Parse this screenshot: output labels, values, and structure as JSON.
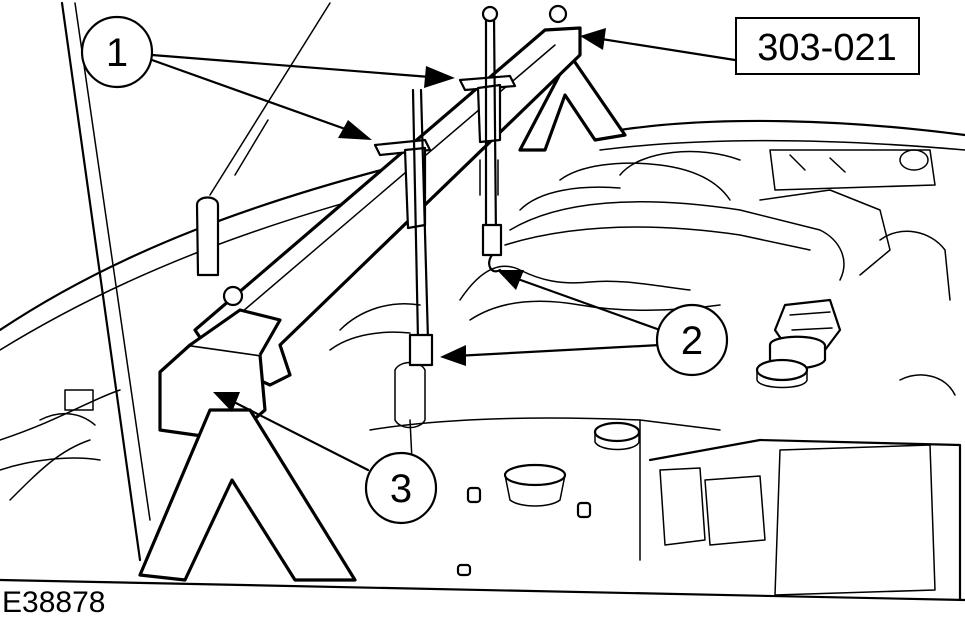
{
  "figure": {
    "tool_number": "303-021",
    "figure_id": "E38878",
    "callouts": [
      {
        "label": "1"
      },
      {
        "label": "2"
      },
      {
        "label": "3"
      }
    ]
  }
}
